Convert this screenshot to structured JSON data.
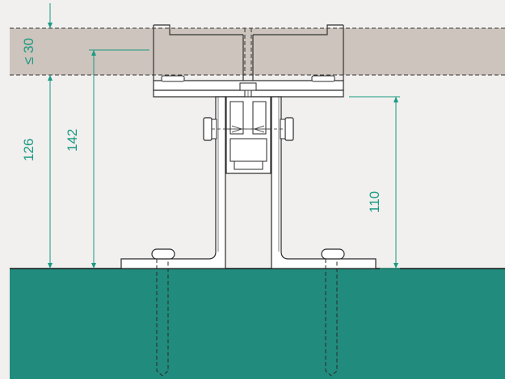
{
  "dimensions": {
    "max_top": "≤ 30",
    "h126": "126",
    "h142": "142",
    "h110": "110"
  },
  "colors": {
    "background": "#f1f0ef",
    "deck_board": "#cdc4bd",
    "ground": "#218b7d",
    "dimension": "#1a9a82",
    "steel_fill": "#ffffff",
    "outline": "#2a2a2a"
  }
}
